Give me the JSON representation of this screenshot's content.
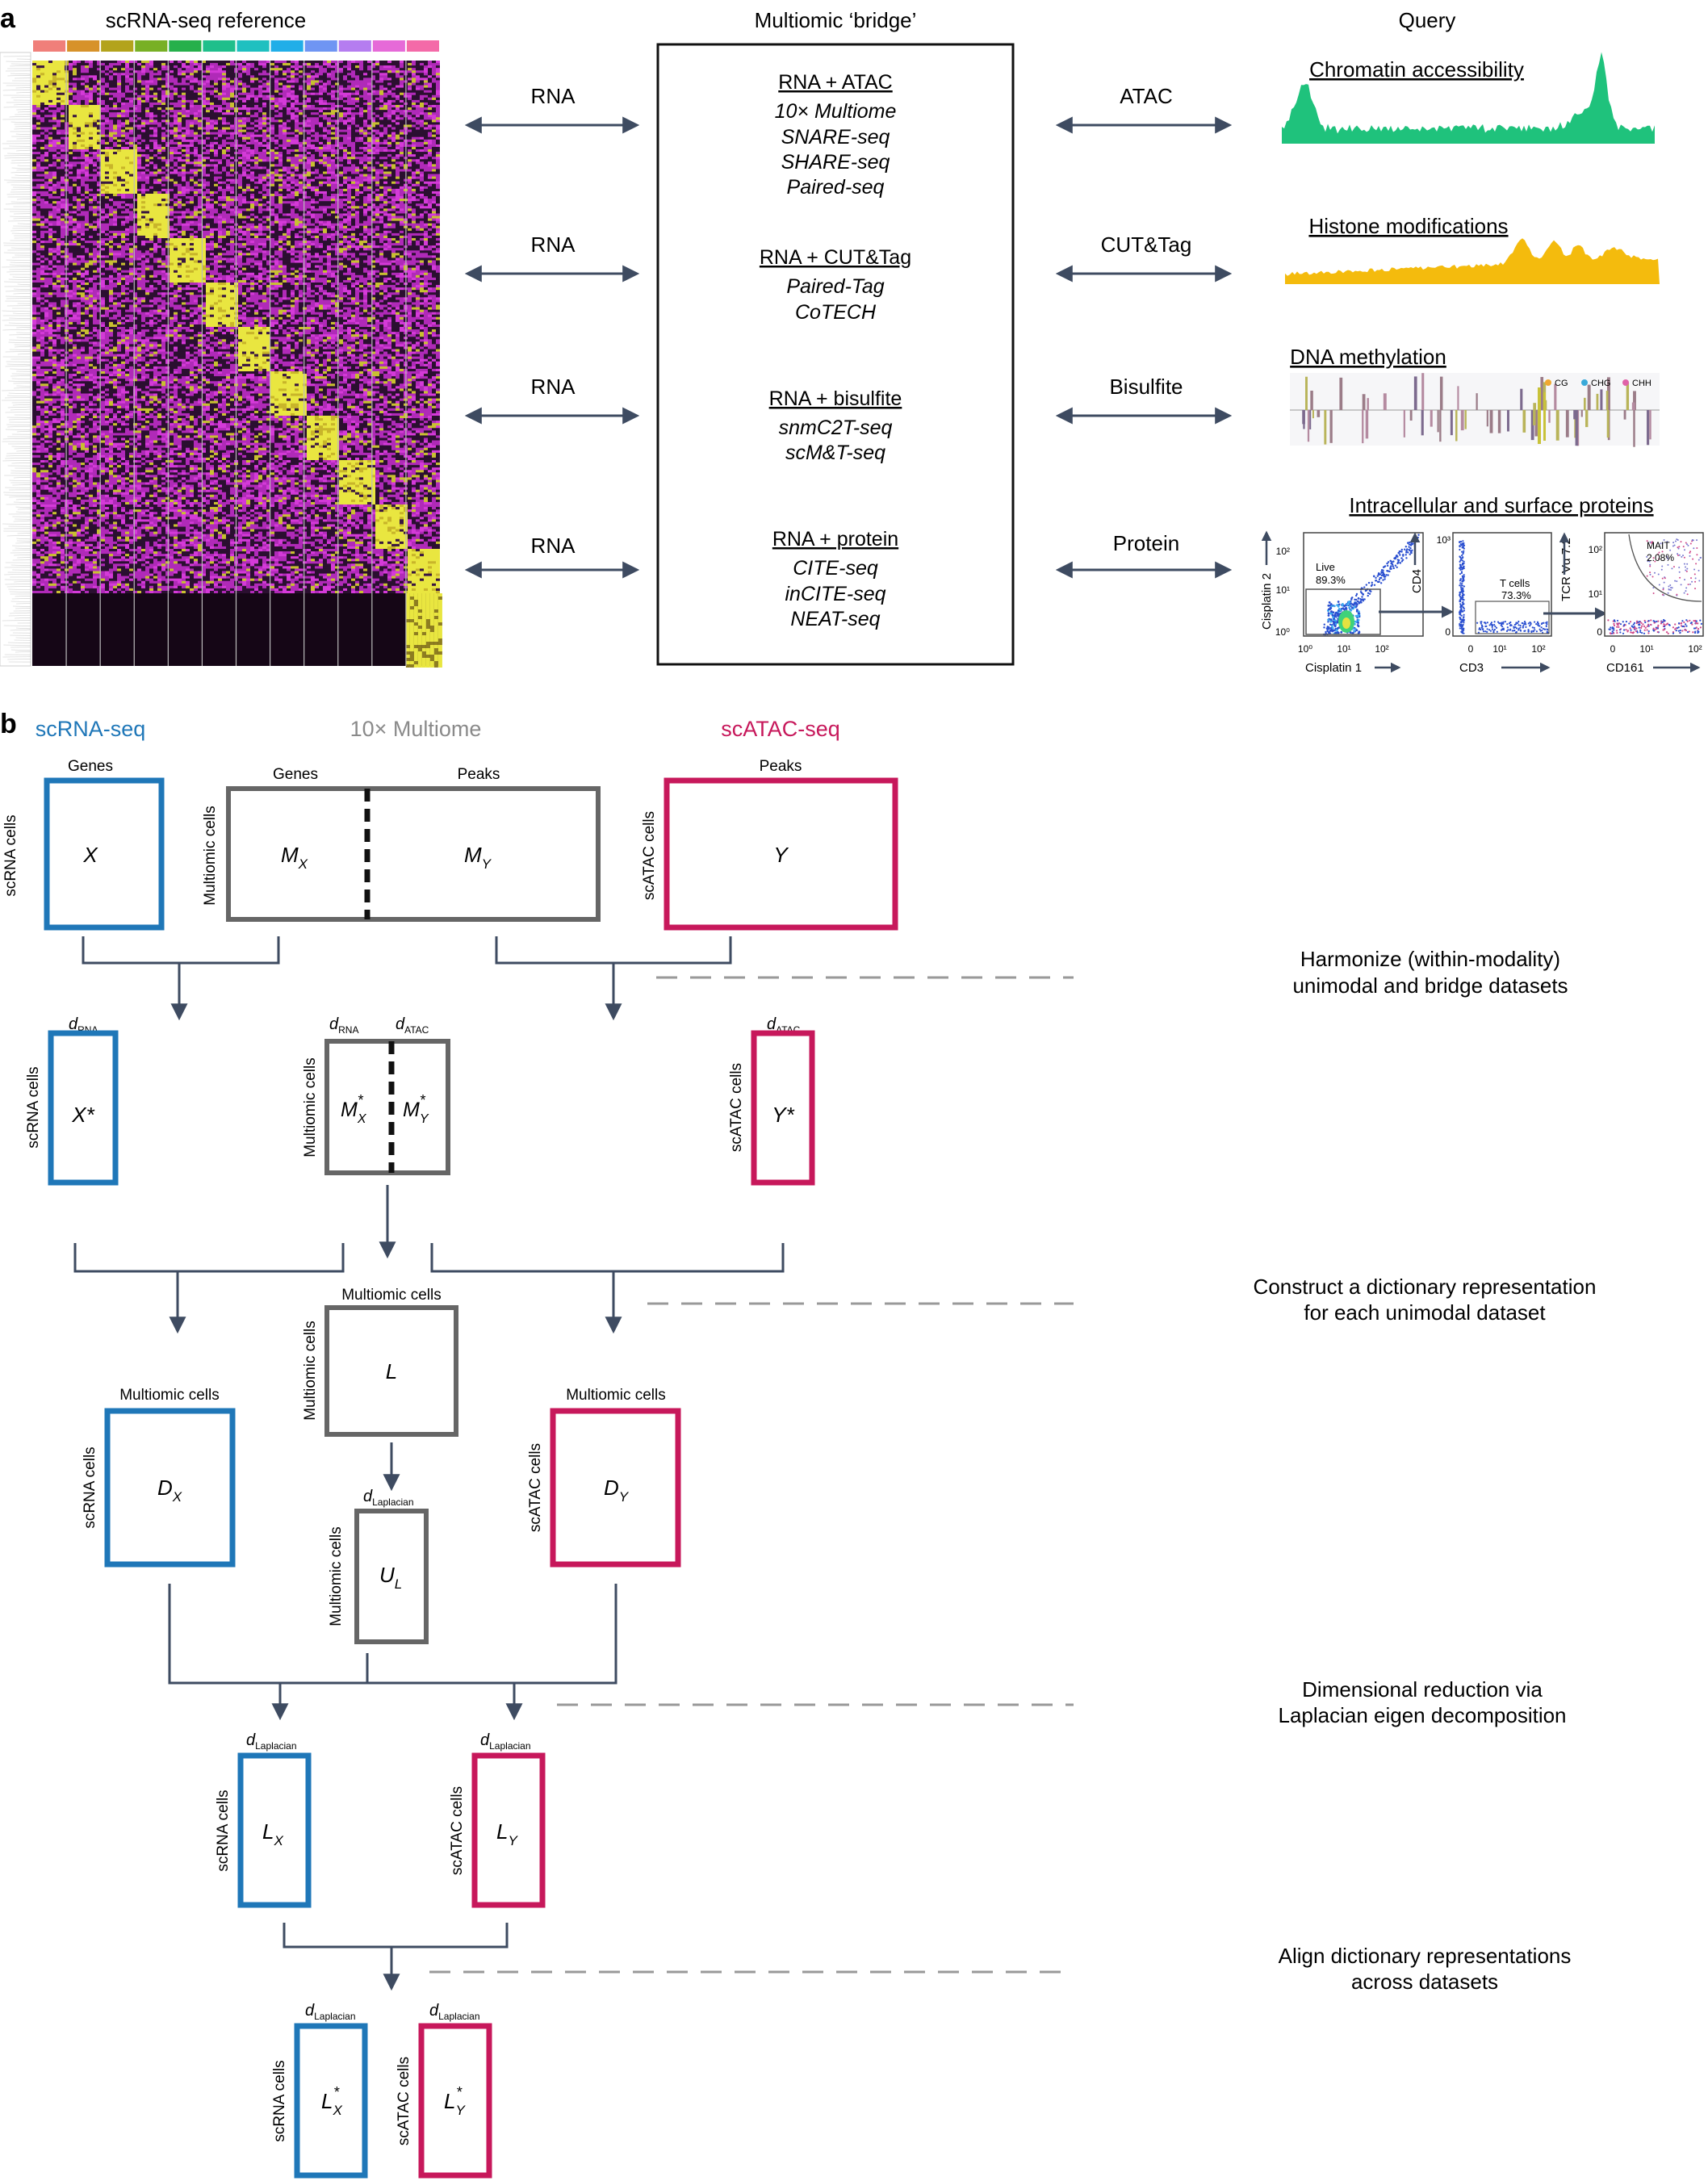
{
  "panel_a": {
    "label": "a",
    "ref_title": "scRNA-seq reference",
    "bridge_title": "Multiomic ‘bridge’",
    "query_title": "Query",
    "left_arrows": [
      "RNA",
      "RNA",
      "RNA",
      "RNA"
    ],
    "right_arrows": [
      "ATAC",
      "CUT&Tag",
      "Bisulfite",
      "Protein"
    ],
    "groups": [
      {
        "title": "RNA + ATAC",
        "items": [
          "10× Multiome",
          "SNARE-seq",
          "SHARE-seq",
          "Paired-seq"
        ]
      },
      {
        "title": "RNA + CUT&Tag",
        "items": [
          "Paired-Tag",
          "CoTECH"
        ]
      },
      {
        "title": "RNA + bisulfite",
        "items": [
          "snmC2T-seq",
          "scM&T-seq"
        ]
      },
      {
        "title": "RNA + protein",
        "items": [
          "CITE-seq",
          "inCITE-seq",
          "NEAT-seq"
        ]
      }
    ],
    "query_titles": [
      "Chromatin accessibility",
      "Histone modifications",
      "DNA methylation",
      "Intracellular and surface proteins"
    ],
    "methylation_legend": [
      "CG",
      "CHG",
      "CHH"
    ],
    "flow": {
      "p1": {
        "gate": "Live",
        "pct": "89.3%",
        "xlab": "Cisplatin 1",
        "ylab": "Cisplatin 2"
      },
      "p2": {
        "gate": "T cells",
        "pct": "73.3%",
        "xlab": "CD3",
        "ylab": "CD4"
      },
      "p3": {
        "gate": "MAIT",
        "pct": "2.08%",
        "xlab": "CD161",
        "ylab": "TCR Vα 7.2"
      },
      "ticks": [
        "10⁰",
        "10¹",
        "10²"
      ],
      "ticks_b": [
        "0",
        "10¹",
        "10²"
      ],
      "ticks_c": [
        "0",
        "10²"
      ],
      "tick_3": "10³",
      "tick_0": "0"
    },
    "colors": {
      "atac": "#1fc27c",
      "histone": "#f4bb0d",
      "rna_blue": "#1f77b8",
      "atac_red": "#c7185b",
      "gray": "#666666",
      "arrow": "#3e4b61"
    }
  },
  "panel_b": {
    "label": "b",
    "col_titles": {
      "rna": "scRNA-seq",
      "multiome": "10× Multiome",
      "atac": "scATAC-seq"
    },
    "top_labels": {
      "genes": "Genes",
      "peaks": "Peaks",
      "mgenes": "Genes",
      "mpeaks": "Peaks",
      "apeaks": "Peaks"
    },
    "row_labels": {
      "rna": "scRNA cells",
      "multi": "Multiomic cells",
      "atac": "scATAC cells"
    },
    "col_multiomic": "Multiomic cells",
    "sub_rna": "RNA",
    "sub_atac": "ATAC",
    "sub_lap": "Laplacian",
    "d": "d",
    "M": "M",
    "D": "D",
    "Lb": "L",
    "U": "U",
    "star": "*",
    "X": "X",
    "Y": "Y",
    "Xstar": "X*",
    "Ystar": "Y*",
    "sub_X": "X",
    "sub_Y": "Y",
    "sub_L": "L",
    "steps": [
      [
        "Harmonize (within-modality)",
        "unimodal and bridge datasets"
      ],
      [
        "Construct a dictionary representation",
        "for each unimodal dataset"
      ],
      [
        "Dimensional reduction via",
        "Laplacian eigen decomposition"
      ],
      [
        "Align dictionary representations",
        "across datasets"
      ]
    ]
  }
}
